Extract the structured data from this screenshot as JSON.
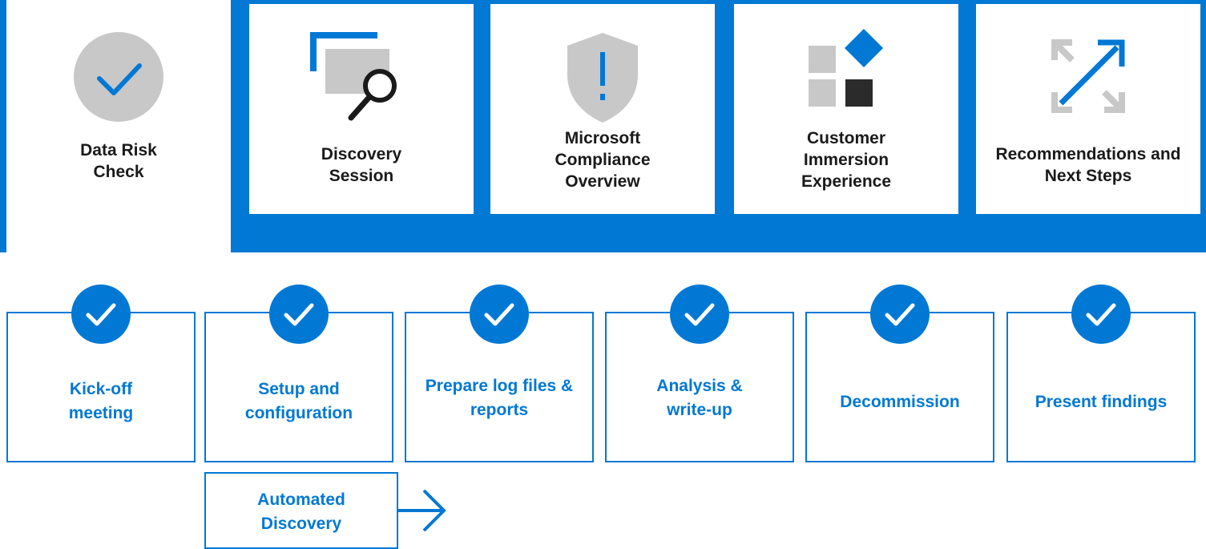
{
  "phases": [
    {
      "label": "Data Risk Check",
      "icon": "check-circle-icon"
    },
    {
      "label": "Discovery Session",
      "icon": "window-search-icon"
    },
    {
      "label": "Microsoft Compliance Overview",
      "icon": "shield-alert-icon"
    },
    {
      "label": "Customer Immersion Experience",
      "icon": "tiles-icon"
    },
    {
      "label": "Recommendations and Next Steps",
      "icon": "expand-arrows-icon"
    }
  ],
  "steps": [
    {
      "label": "Kick-off meeting"
    },
    {
      "label": "Setup and configuration"
    },
    {
      "label": "Prepare log files & reports"
    },
    {
      "label": "Analysis & write-up"
    },
    {
      "label": "Decommission"
    },
    {
      "label": "Present findings"
    }
  ],
  "sub_step": {
    "label": "Automated Discovery",
    "icon": "arrow-right-icon"
  },
  "colors": {
    "accent": "#0078D4",
    "gray": "#C8C8C8",
    "dark": "#2B2B2B"
  }
}
